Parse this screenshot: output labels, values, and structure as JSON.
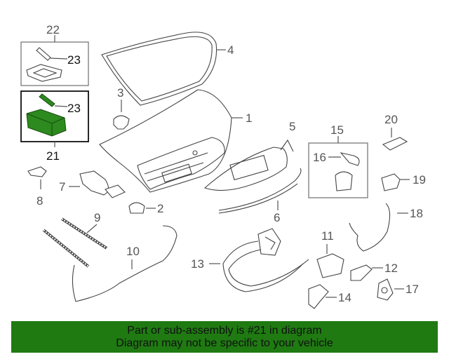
{
  "callouts": {
    "c1": "1",
    "c2": "2",
    "c3": "3",
    "c4": "4",
    "c5": "5",
    "c6": "6",
    "c7": "7",
    "c8": "8",
    "c9": "9",
    "c10": "10",
    "c11": "11",
    "c12": "12",
    "c13": "13",
    "c14": "14",
    "c15": "15",
    "c16": "16",
    "c17": "17",
    "c18": "18",
    "c19": "19",
    "c20": "20",
    "c21": "21",
    "c22": "22",
    "c23a": "23",
    "c23b": "23"
  },
  "colors": {
    "highlight_green": "#1f7a12",
    "part_green": "#2d8a1e"
  },
  "footer": {
    "line1": "Part or sub-assembly is #21 in diagram",
    "line2": "Diagram may not be specific to your vehicle"
  }
}
